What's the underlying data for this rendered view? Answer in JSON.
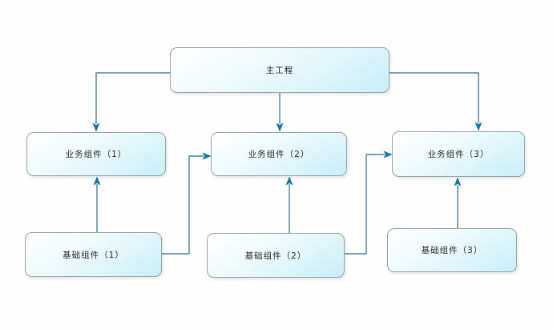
{
  "diagram": {
    "type": "flowchart",
    "nodes": [
      {
        "id": "main-project",
        "label": "主工程"
      },
      {
        "id": "business-component-1",
        "label": "业务组件（1）"
      },
      {
        "id": "business-component-2",
        "label": "业务组件（2）"
      },
      {
        "id": "business-component-3",
        "label": "业务组件（3）"
      },
      {
        "id": "base-component-1",
        "label": "基础组件（1）"
      },
      {
        "id": "base-component-2",
        "label": "基础组件（2）"
      },
      {
        "id": "base-component-3",
        "label": "基础组件（3）"
      }
    ],
    "edges": [
      {
        "from": "main-project",
        "to": "business-component-1",
        "arrow": "down"
      },
      {
        "from": "main-project",
        "to": "business-component-2",
        "arrow": "down"
      },
      {
        "from": "main-project",
        "to": "business-component-3",
        "arrow": "down"
      },
      {
        "from": "base-component-1",
        "to": "business-component-1",
        "arrow": "up"
      },
      {
        "from": "base-component-2",
        "to": "business-component-2",
        "arrow": "up"
      },
      {
        "from": "base-component-3",
        "to": "business-component-3",
        "arrow": "up"
      },
      {
        "from": "base-component-1",
        "to": "business-component-2",
        "arrow": "right"
      },
      {
        "from": "base-component-2",
        "to": "business-component-3",
        "arrow": "right"
      }
    ],
    "colors": {
      "node_fill_top": "#ffffff",
      "node_fill_bottom": "#c8eef8",
      "node_border": "#99a4ab",
      "connector": "#4c80a0",
      "arrowhead": "#1277b5",
      "text": "#262626",
      "background": "#fefefe"
    }
  }
}
